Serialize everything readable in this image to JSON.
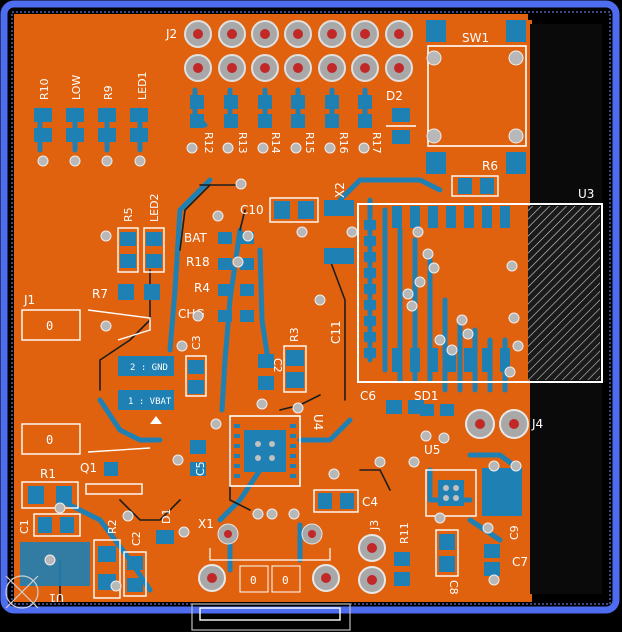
{
  "view": {
    "name": "PCB layout editor",
    "colors": {
      "background": "#000000",
      "board_edge": "#4e6cf0",
      "copper_top": "#e0620f",
      "copper_bottom": "#1f80b4",
      "pad": "#c0c0c0",
      "silkscreen": "#ffffff",
      "via_ring": "#b8b8b8",
      "drill": "#c22828"
    }
  },
  "designators": {
    "j1": "J1",
    "j2": "J2",
    "j3": "J3",
    "j4": "J4",
    "r1": "R1",
    "r2": "R2",
    "r3": "R3",
    "r4": "R4",
    "r5": "R5",
    "r6": "R6",
    "r7": "R7",
    "r9": "R9",
    "r10": "R10",
    "r11": "R11",
    "r12": "R12",
    "r13": "R13",
    "r14": "R14",
    "r15": "R15",
    "r16": "R16",
    "r17": "R17",
    "r18": "R18",
    "c1": "C1",
    "c2": "C2",
    "c3": "C3",
    "c4": "C4",
    "c5": "C5",
    "c6": "C6",
    "c7": "C7",
    "c8": "C8",
    "c9": "C9",
    "c10": "C10",
    "c11": "C11",
    "d1": "D1",
    "d2": "D2",
    "q1": "Q1",
    "u1": "U1",
    "u3": "U3",
    "u4": "U4",
    "u5": "U5",
    "x1": "X1",
    "x2": "X2",
    "sw1": "SW1",
    "sd1": "SD1",
    "led1": "LED1",
    "low": "LOW",
    "led2": "LED2",
    "bat": "BAT",
    "chg": "CHG"
  },
  "pad_labels": {
    "j1_pad1": "0",
    "j1_pad2": "0",
    "bat_gnd": "2 : GND",
    "bat_vbat": "1 : VBAT",
    "x1_pad1": "0",
    "x1_pad2": "0"
  },
  "icons": [
    "origin-marker-icon",
    "pin1-triangle-icon",
    "drill-hole-icon"
  ]
}
